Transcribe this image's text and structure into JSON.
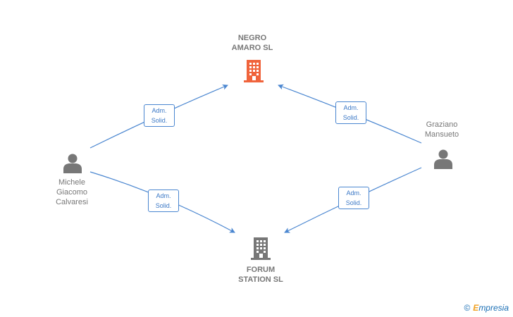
{
  "nodes": {
    "negro_amaro": {
      "lines": [
        "NEGRO",
        "AMARO  SL"
      ],
      "kind": "company",
      "color": "#f0643c"
    },
    "forum_station": {
      "lines": [
        "FORUM",
        "STATION  SL"
      ],
      "kind": "company",
      "color": "#777777"
    },
    "michele": {
      "lines": [
        "Michele",
        "Giacomo",
        "Calvaresi"
      ],
      "kind": "person",
      "color": "#777777"
    },
    "graziano": {
      "lines": [
        "Graziano",
        "Mansueto"
      ],
      "kind": "person",
      "color": "#777777"
    }
  },
  "edges": [
    {
      "from": "michele",
      "to": "negro_amaro",
      "label": [
        "Adm.",
        "Solid."
      ]
    },
    {
      "from": "graziano",
      "to": "negro_amaro",
      "label": [
        "Adm.",
        "Solid."
      ]
    },
    {
      "from": "michele",
      "to": "forum_station",
      "label": [
        "Adm.",
        "Solid."
      ]
    },
    {
      "from": "graziano",
      "to": "forum_station",
      "label": [
        "Adm.",
        "Solid."
      ]
    }
  ],
  "colors": {
    "edge": "#4a86d0",
    "icon_grey": "#777777",
    "highlight": "#f0643c"
  },
  "watermark": {
    "symbol": "©",
    "brand_initial": "E",
    "brand_rest": "mpresia"
  }
}
